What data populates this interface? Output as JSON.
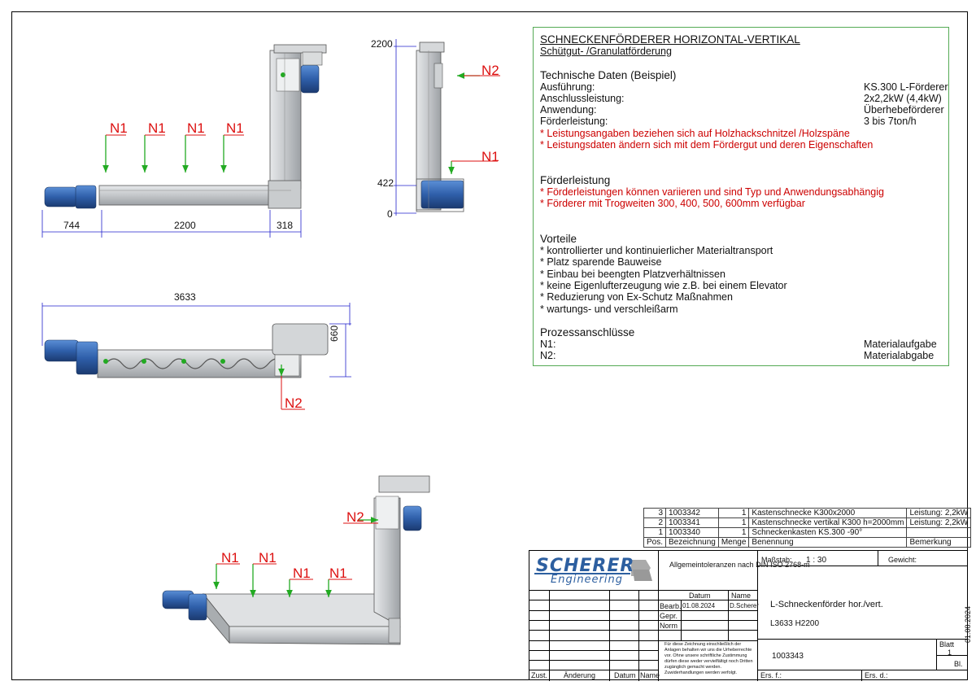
{
  "colors": {
    "accent_red": "#d11a1a",
    "spec_border": "#55aa55",
    "logo_blue": "#2d5fa0",
    "motor_blue": "#2f5faa",
    "steel": "#c8cacc"
  },
  "views": {
    "front": {
      "n1_labels": [
        "N1",
        "N1",
        "N1",
        "N1"
      ],
      "dims": [
        "744",
        "2200",
        "318"
      ]
    },
    "side": {
      "dims": [
        "2200",
        "422",
        "0"
      ],
      "n2": "N2",
      "n1": "N1"
    },
    "top": {
      "dims": [
        "3633",
        "660"
      ],
      "n2": "N2"
    },
    "iso": {
      "n1_labels": [
        "N1",
        "N1",
        "N1",
        "N1"
      ],
      "n2": "N2"
    }
  },
  "spec": {
    "title": "SCHNECKENFÖRDERER HORIZONTAL-VERTIKAL",
    "subtitle": "Schütgut- /Granulatförderung",
    "tech": {
      "heading": "Technische Daten (Beispiel)",
      "rows": [
        {
          "label": "Ausführung:",
          "value": "KS.300 L-Förderer"
        },
        {
          "label": "Anschlussleistung:",
          "value": "2x2,2kW (4,4kW)"
        },
        {
          "label": "Anwendung:",
          "value": "Überhebeförderer"
        },
        {
          "label": "Förderleistung:",
          "value": "3 bis 7ton/h"
        }
      ],
      "notes": [
        "* Leistungsangaben beziehen sich auf Holzhackschnitzel /Holzspäne",
        "* Leistungsdaten ändern sich mit dem Fördergut und deren Eigenschaften"
      ]
    },
    "capacity": {
      "heading": "Förderleistung",
      "notes": [
        "* Förderleistungen können variieren und sind Typ und Anwendungsabhängig",
        "* Förderer mit Trogweiten 300, 400, 500, 600mm verfügbar"
      ]
    },
    "advantages": {
      "heading": "Vorteile",
      "items": [
        "* kontrollierter und kontinuierlicher Materialtransport",
        "* Platz sparende Bauweise",
        "* Einbau bei beengten Platzverhältnissen",
        "* keine Eigenlufterzeugung wie z.B. bei einem Elevator",
        "* Reduzierung von Ex-Schutz Maßnahmen",
        "* wartungs- und verschleißarm"
      ]
    },
    "connections": {
      "heading": "Prozessanschlüsse",
      "rows": [
        {
          "label": "N1:",
          "value": "Materialaufgabe"
        },
        {
          "label": "N2:",
          "value": "Materialabgabe"
        }
      ]
    }
  },
  "parts": {
    "rows": [
      {
        "pos": "3",
        "id": "1003342",
        "qty": "1",
        "name": "Kastenschnecke K300x2000",
        "remark": "Leistung: 2,2kW"
      },
      {
        "pos": "2",
        "id": "1003341",
        "qty": "1",
        "name": "Kastenschnecke vertikal K300 h=2000mm",
        "remark": "Leistung: 2,2kW"
      },
      {
        "pos": "1",
        "id": "1003340",
        "qty": "1",
        "name": "Schneckenkasten KS.300 -90°",
        "remark": ""
      }
    ],
    "header": {
      "pos": "Pos.",
      "id": "Bezeichnung",
      "qty": "Menge",
      "name": "Benennung",
      "remark": "Bemerkung"
    }
  },
  "titleblock": {
    "logo_main": "SCHERER",
    "logo_sub": "Engineering",
    "tolerance": "Allgemeintoleranzen nach DIN ISO 2768-m",
    "scale_label": "Maßstab:",
    "scale_value": "1 : 30",
    "weight_label": "Gewicht:",
    "col_datum": "Datum",
    "col_name": "Name",
    "row_bearb": "Bearb.",
    "row_gepr": "Gepr.",
    "row_norm": "Norm",
    "bearb_date": "01.08.2024",
    "bearb_name": "D.Scherer",
    "title1": "L-Schneckenförder hor./vert.",
    "title2": "L3633 H2200",
    "drawing_no": "1003343",
    "blatt_label": "Blatt",
    "blatt_value": "1",
    "bl_label": "Bl.",
    "copyright": "Für diese Zeichnung einschließlich der Anlagen behalten wir uns die Urheberrechte vor. Ohne unsere schriftliche Zustimmung dürfen diese weder vervielfältigt noch Dritten zugänglich gemacht werden. Zuwiderhandlungen werden verfolgt.",
    "zust": "Zust.",
    "aenderung": "Änderung",
    "datum": "Datum",
    "name": "Name",
    "ers_f": "Ers. f.:",
    "ers_d": "Ers. d.:",
    "side_date": "01.08.2024"
  }
}
